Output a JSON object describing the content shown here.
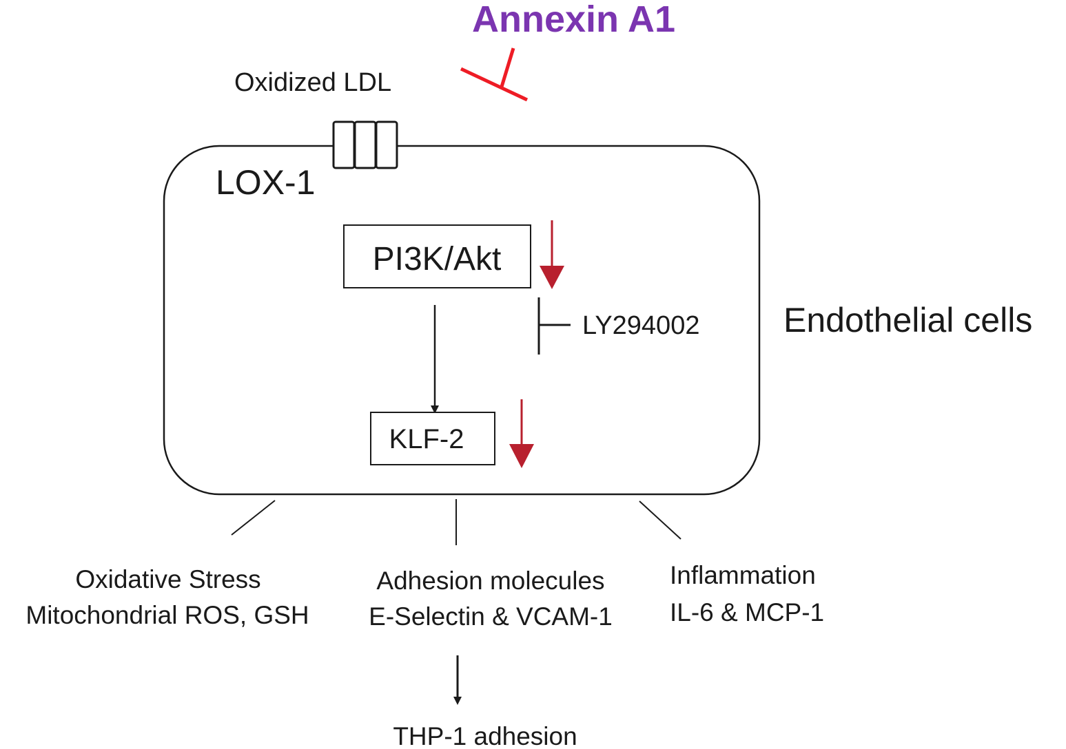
{
  "labels": {
    "inhibitor": "Annexin A1",
    "ligand": "Oxidized LDL",
    "receptor": "LOX-1",
    "cell_type": "Endothelial cells",
    "pathway": "PI3K/Akt",
    "pathway_inhibitor": "LY294002",
    "transcription_factor": "KLF-2"
  },
  "outcomes": [
    {
      "title": "Oxidative Stress",
      "detail": "Mitochondrial ROS, GSH"
    },
    {
      "title": "Adhesion molecules",
      "detail": "E-Selectin & VCAM-1"
    },
    {
      "title": "Inflammation",
      "detail": "IL-6 & MCP-1"
    }
  ],
  "downstream": "THP-1 adhesion",
  "colors": {
    "annexin": "#7b35b0",
    "inhibition_bar": "#ee1c25",
    "down_arrow": "#b8202e",
    "stroke": "#1a1a1a"
  }
}
